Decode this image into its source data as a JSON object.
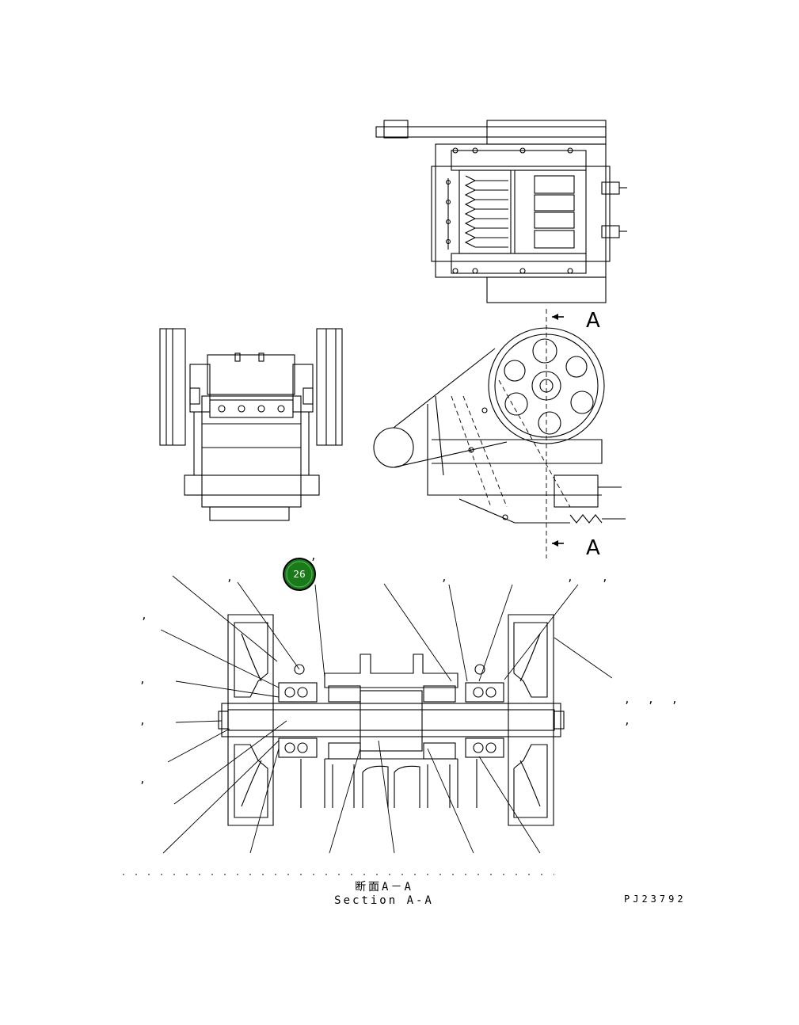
{
  "section_view_label": "A",
  "section_view_label_bottom": "A",
  "callout_number": "26",
  "section_title_jp": "断面A－A",
  "section_title_en": "Section A-A",
  "drawing_code": "PJ23792",
  "callout_color": "#1a7a1a"
}
